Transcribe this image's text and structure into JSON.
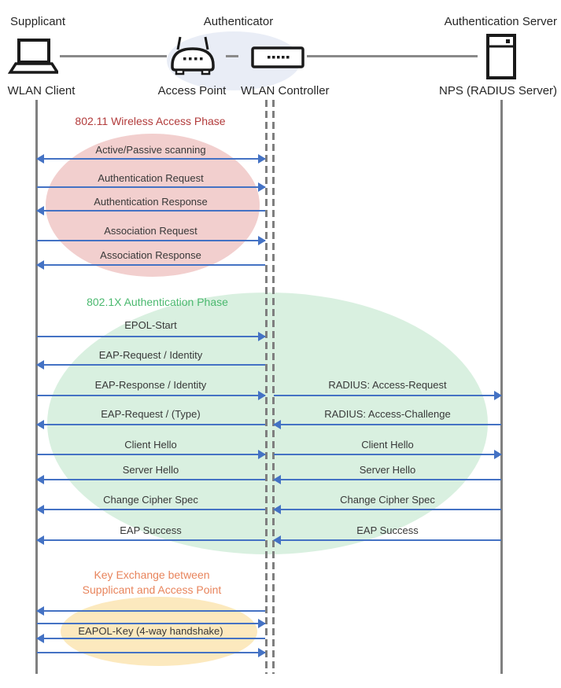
{
  "header": {
    "roles": [
      "Supplicant",
      "Authenticator",
      "Authentication Server"
    ],
    "devices": [
      "WLAN Client",
      "Access Point",
      "WLAN Controller",
      "NPS (RADIUS Server)"
    ],
    "icons": [
      "laptop-icon",
      "access-point-icon",
      "wlan-controller-icon",
      "server-icon"
    ]
  },
  "phases": {
    "wireless_access": {
      "title": "802.11 Wireless Access Phase",
      "color": "#B23B3B",
      "ellipse_color": "#F2CFCE"
    },
    "dot1x_auth": {
      "title": "802.1X Authentication Phase",
      "color": "#4BB96F",
      "ellipse_color": "#D9F0E0"
    },
    "key_exchange": {
      "title_line1": "Key Exchange between",
      "title_line2": "Supplicant and Access Point",
      "color": "#E8845C",
      "ellipse_color": "#FCE9BE"
    }
  },
  "messages": {
    "left": [
      {
        "label": "Active/Passive scanning",
        "direction": "both"
      },
      {
        "label": "Authentication Request",
        "direction": "right"
      },
      {
        "label": "Authentication Response",
        "direction": "left"
      },
      {
        "label": "Association Request",
        "direction": "right"
      },
      {
        "label": "Association Response",
        "direction": "left"
      },
      {
        "label": "EPOL-Start",
        "direction": "right"
      },
      {
        "label": "EAP-Request / Identity",
        "direction": "left"
      },
      {
        "label": "EAP-Response / Identity",
        "direction": "right"
      },
      {
        "label": "EAP-Request / (Type)",
        "direction": "left"
      },
      {
        "label": "Client Hello",
        "direction": "right"
      },
      {
        "label": "Server Hello",
        "direction": "left"
      },
      {
        "label": "Change Cipher Spec",
        "direction": "left"
      },
      {
        "label": "EAP Success",
        "direction": "left"
      }
    ],
    "right": [
      {
        "label": "RADIUS: Access-Request",
        "direction": "right"
      },
      {
        "label": "RADIUS: Access-Challenge",
        "direction": "left"
      },
      {
        "label": "Client Hello",
        "direction": "right"
      },
      {
        "label": "Server Hello",
        "direction": "left"
      },
      {
        "label": "Change Cipher Spec",
        "direction": "left"
      },
      {
        "label": "EAP Success",
        "direction": "left"
      }
    ],
    "key_exchange": {
      "label": "EAPOL-Key (4-way handshake)",
      "arrows": [
        {
          "direction": "left"
        },
        {
          "direction": "right"
        },
        {
          "direction": "left"
        },
        {
          "direction": "right"
        }
      ]
    }
  },
  "colors": {
    "arrow": "#4472C4",
    "lifeline": "#7F7F7F",
    "authenticator_highlight": "#E9EDF6"
  }
}
